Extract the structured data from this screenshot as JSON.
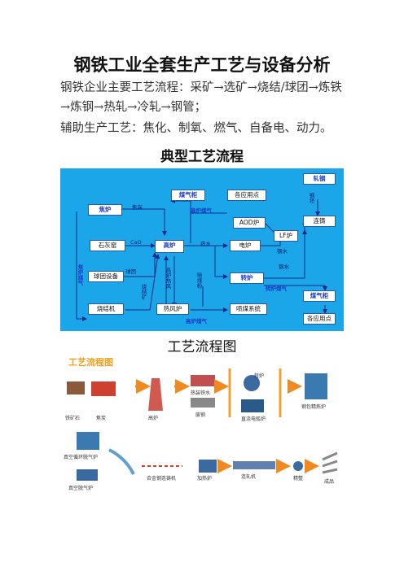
{
  "title": "钢铁工业全套生产工艺与设备分析",
  "paragraphs": [
    "钢铁企业主要工艺流程：采矿→选矿→烧结/球团→炼铁→炼钢→热轧→冷轧→钢管；",
    "辅助生产工艺：焦化、制氧、燃气、自备电、动力。"
  ],
  "section1": "典型工艺流程",
  "section2": "工艺流程图",
  "diagram1": {
    "boxes": {
      "coking": "焦炉",
      "gas_holder": "煤气柜",
      "users_top": "各应用点",
      "rolling": "轧钢",
      "lime_kiln": "石灰窑",
      "blast_furnace": "高炉",
      "aod": "AOD炉",
      "lf": "LF炉",
      "eaf": "电炉",
      "caster": "连铸",
      "pellet": "球团设备",
      "converter": "转炉",
      "gas_holder2": "煤气柜",
      "sinter": "烧结机",
      "hot_stove": "热风炉",
      "coal_injection": "喷煤系统",
      "users_bottom": "各应用点"
    },
    "labels": {
      "coke": "焦炭",
      "bf_gas": "高炉煤气",
      "cao": "CaO",
      "molten_iron": "铁水",
      "steel_water": "钢水",
      "steel_water2": "钢水",
      "pellet_ore": "球团",
      "coke_gas": "焦炉煤气",
      "sinter_ore": "烧结矿",
      "hot_air": "高炉热风",
      "coal_powder": "喷煤粉",
      "bf_gas2": "高炉煤气",
      "converter_gas": "转炉煤气",
      "billet": "钢坯"
    }
  },
  "diagram2": {
    "title": "工艺流程图",
    "labels": {
      "ore": "铁矿石",
      "coke": "焦炭",
      "bf": "高炉",
      "hot_metal": "热装铁水",
      "scrap": "废钢",
      "converter": "转炉",
      "eaf": "直流电弧炉",
      "ladle": "钢包精炼炉",
      "rh": "真空循环脱气炉",
      "vd": "真空脱气炉",
      "caster": "合金钢连铸机",
      "reheat": "加热炉",
      "mill": "连轧机",
      "finishing": "精整",
      "product": "成品"
    }
  }
}
